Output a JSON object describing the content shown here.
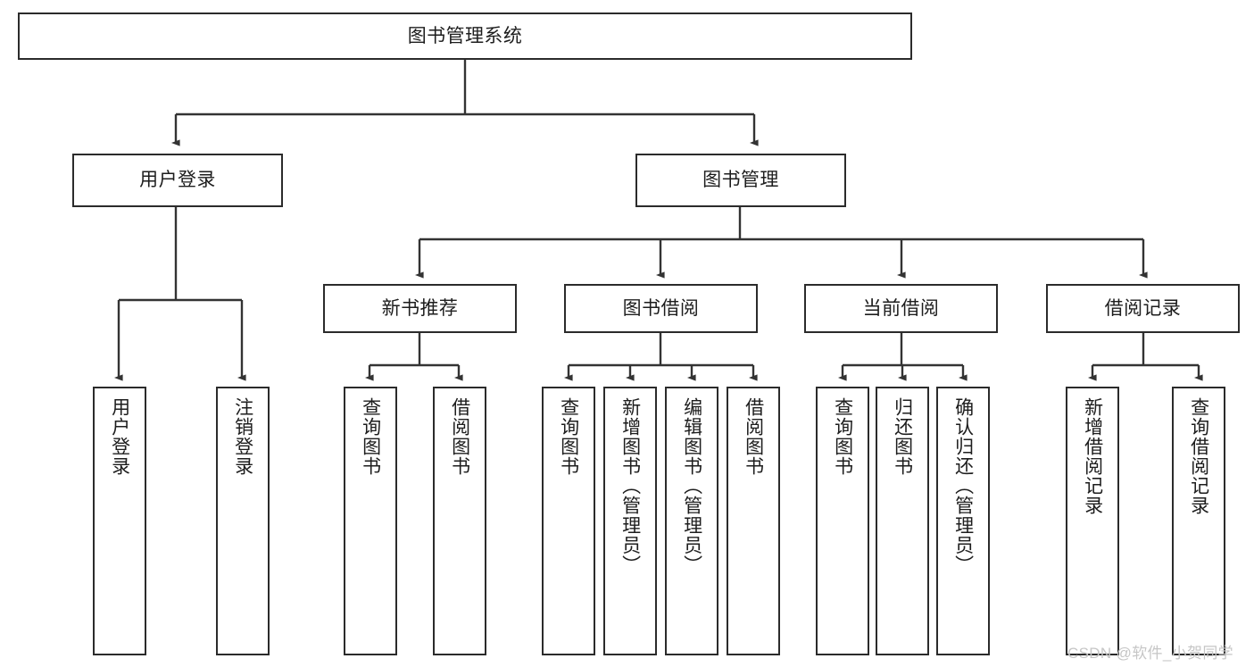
{
  "diagram": {
    "title": "图书管理系统",
    "type": "hierarchy-tree",
    "theme": {
      "background": "#ffffff",
      "box_border": "#2b2b2b",
      "box_fill": "#ffffff",
      "text": "#1d1d1d",
      "line": "#333333",
      "watermark": "#c6c6c6"
    },
    "root": {
      "label": "图书管理系统"
    },
    "level2": [
      {
        "id": "user-login",
        "label": "用户登录"
      },
      {
        "id": "book-manage",
        "label": "图书管理"
      }
    ],
    "level3": [
      {
        "id": "new-book-recommend",
        "label": "新书推荐"
      },
      {
        "id": "book-borrow",
        "label": "图书借阅"
      },
      {
        "id": "current-borrow",
        "label": "当前借阅"
      },
      {
        "id": "borrow-record",
        "label": "借阅记录"
      }
    ],
    "leaves": {
      "user_login": [
        {
          "id": "leaf-user-login",
          "label": "用户登录"
        },
        {
          "id": "leaf-logout-login",
          "label": "注销登录"
        }
      ],
      "new_book_recommend": [
        {
          "id": "leaf-query-book-1",
          "label": "查询图书"
        },
        {
          "id": "leaf-borrow-book-1",
          "label": "借阅图书"
        }
      ],
      "book_borrow": [
        {
          "id": "leaf-query-book-2",
          "label": "查询图书"
        },
        {
          "id": "leaf-add-book-admin",
          "label": "新增图书（管理员）"
        },
        {
          "id": "leaf-edit-book-admin",
          "label": "编辑图书（管理员）"
        },
        {
          "id": "leaf-borrow-book-2",
          "label": "借阅图书"
        }
      ],
      "current_borrow": [
        {
          "id": "leaf-query-book-3",
          "label": "查询图书"
        },
        {
          "id": "leaf-return-book",
          "label": "归还图书"
        },
        {
          "id": "leaf-confirm-return-admin",
          "label": "确认归还（管理员）"
        }
      ],
      "borrow_record": [
        {
          "id": "leaf-add-borrow-record",
          "label": "新增借阅记录"
        },
        {
          "id": "leaf-query-borrow-record",
          "label": "查询借阅记录"
        }
      ]
    }
  },
  "watermark": {
    "text": "CSDN @软件_小贺同学"
  }
}
